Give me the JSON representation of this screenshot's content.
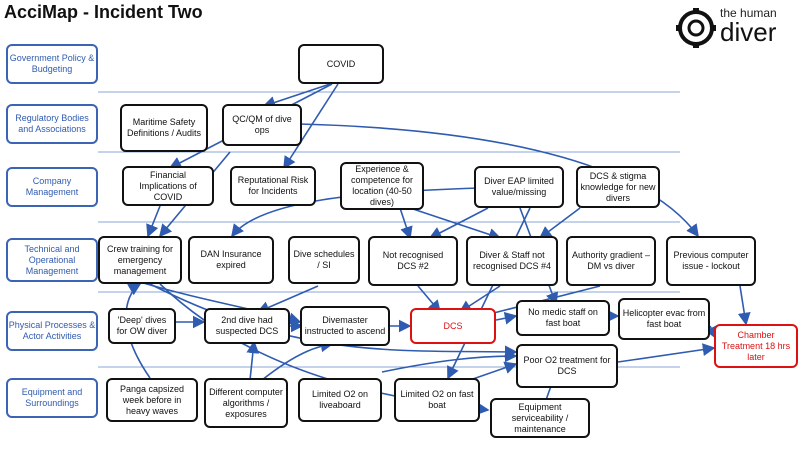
{
  "title": "AcciMap - Incident Two",
  "logo": {
    "line1": "the human",
    "line2": "diver",
    "icon": "diver-helmet-icon"
  },
  "colors": {
    "lane": "#3b64b4",
    "arrow": "#2f5bb0",
    "highlight": "#d11111"
  },
  "lanes": [
    "Government Policy & Budgeting",
    "Regulatory Bodies and Associations",
    "Company Management",
    "Technical and Operational Management",
    "Physical Processes & Actor Activities",
    "Equipment and Surroundings"
  ],
  "nodes": {
    "covid": "COVID",
    "maritime": "Maritime Safety Definitions / Audits",
    "qcqm": "QC/QM of dive ops",
    "financial": "Financial Implications of COVID",
    "reputational": "Reputational Risk for Incidents",
    "experience": "Experience & competence for location (40-50 dives)",
    "eap": "Diver EAP limited value/missing",
    "stigma": "DCS & stigma knowledge for new divers",
    "crewtraining": "Crew training for emergency management",
    "dan": "DAN Insurance expired",
    "schedules": "Dive schedules / SI",
    "notrec2": "Not recognised DCS #2",
    "notrec4": "Diver & Staff not recognised DCS #4",
    "authority": "Authority gradient – DM vs diver",
    "prevcomputer": "Previous computer issue - lockout",
    "deepdives": "'Deep' dives for OW diver",
    "seconddive": "2nd dive had suspected DCS",
    "divemaster": "Divemaster instructed to ascend",
    "dcs": "DCS",
    "nomedic": "No medic staff on fast boat",
    "helicopter": "Helicopter evac from fast boat",
    "chamber": "Chamber Treatment 18 hrs later",
    "poorO2": "Poor O2 treatment for DCS",
    "panga": "Panga capsized week before in heavy waves",
    "algorithms": "Different computer algorithms / exposures",
    "limitedLive": "Limited O2 on liveaboard",
    "limitedFast": "Limited O2 on fast boat",
    "equipment": "Equipment serviceability / maintenance"
  }
}
